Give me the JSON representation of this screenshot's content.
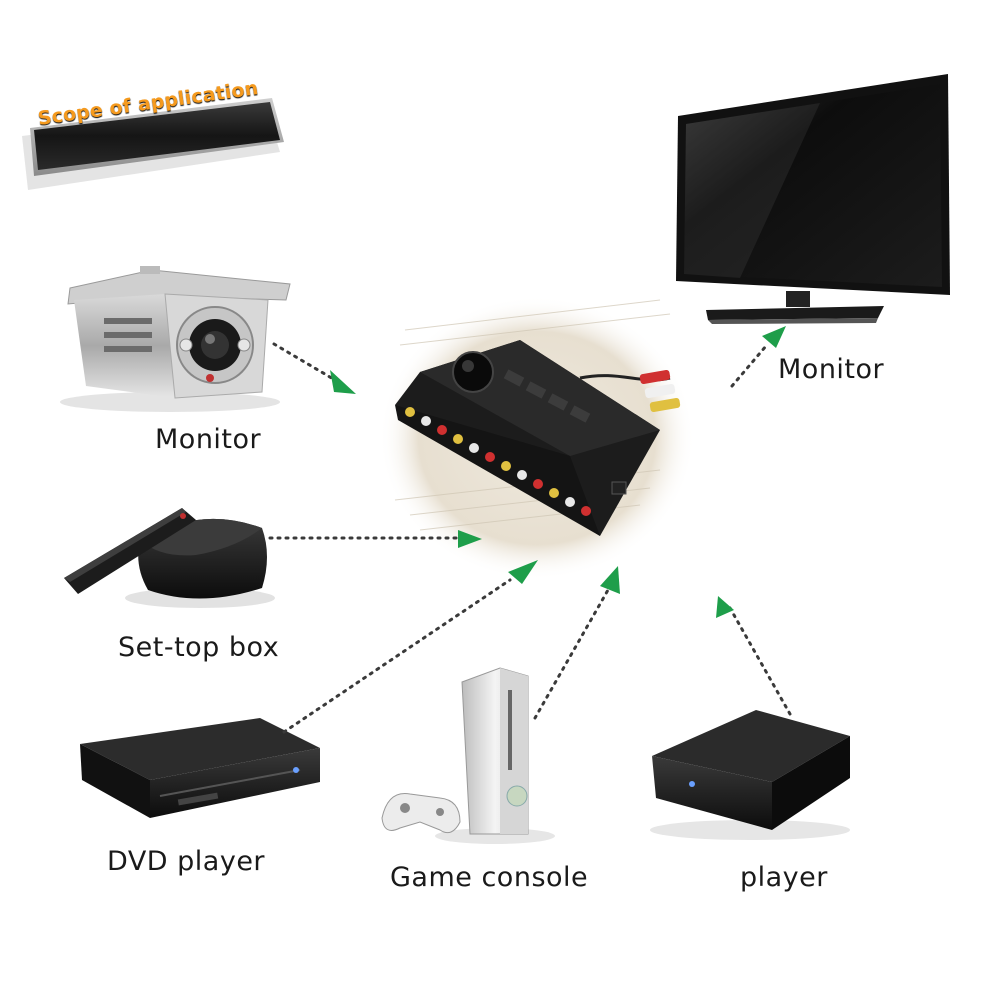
{
  "banner": {
    "title": "Scope of application"
  },
  "devices": {
    "camera": {
      "label": "Monitor",
      "icon": "security-camera-icon"
    },
    "tv": {
      "label": "Monitor",
      "icon": "tv-monitor-icon"
    },
    "settop": {
      "label": "Set-top box",
      "icon": "set-top-box-icon"
    },
    "dvd": {
      "label": "DVD player",
      "icon": "dvd-player-icon"
    },
    "console": {
      "label": "Game console",
      "icon": "game-console-icon"
    },
    "player": {
      "label": "player",
      "icon": "media-player-icon"
    },
    "switch": {
      "icon": "av-switch-box-icon"
    }
  },
  "colors": {
    "arrow": "#1e9e4a",
    "dots": "#3a3a3a",
    "banner_text": "#f59a1e",
    "banner_plate": "#1c1c1c"
  }
}
